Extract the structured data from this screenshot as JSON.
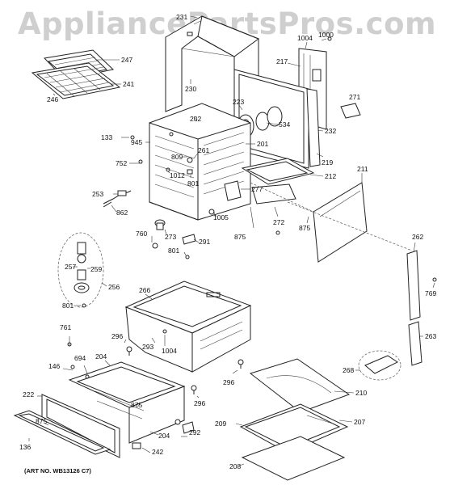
{
  "watermark": "AppliancePartsPros.com",
  "art_number": "(ART NO. WB13126 C7)",
  "callouts": {
    "c231": "231",
    "c1004a": "1004",
    "c1000": "1000",
    "c217": "217",
    "c247": "247",
    "c241": "241",
    "c246": "246",
    "c230": "230",
    "c271": "271",
    "c223": "223",
    "c534": "534",
    "c232": "232",
    "c202": "202",
    "c133": "133",
    "c945": "945",
    "c201": "201",
    "c261": "261",
    "c809": "809",
    "c752": "752",
    "c1012": "1012",
    "c801a": "801",
    "c219": "219",
    "c212": "212",
    "c211": "211",
    "c253": "253",
    "c862": "862",
    "c277": "277",
    "c1005": "1005",
    "c272": "272",
    "c875a": "875",
    "c875b": "875",
    "c760": "760",
    "c273": "273",
    "c291": "291",
    "c801b": "801",
    "c262": "262",
    "c257": "257",
    "c259": "259",
    "c256": "256",
    "c801c": "801",
    "c769": "769",
    "c266": "266",
    "c761": "761",
    "c296a": "296",
    "c293": "293",
    "c1004b": "1004",
    "c263": "263",
    "c694": "694",
    "c204a": "204",
    "c146": "146",
    "c268": "268",
    "c296b": "296",
    "c222": "222",
    "c875c": "875",
    "c210": "210",
    "c296c": "296",
    "c875d": "875",
    "c292": "292",
    "c207": "207",
    "c209": "209",
    "c136": "136",
    "c204b": "204",
    "c242": "242",
    "c208": "208"
  }
}
